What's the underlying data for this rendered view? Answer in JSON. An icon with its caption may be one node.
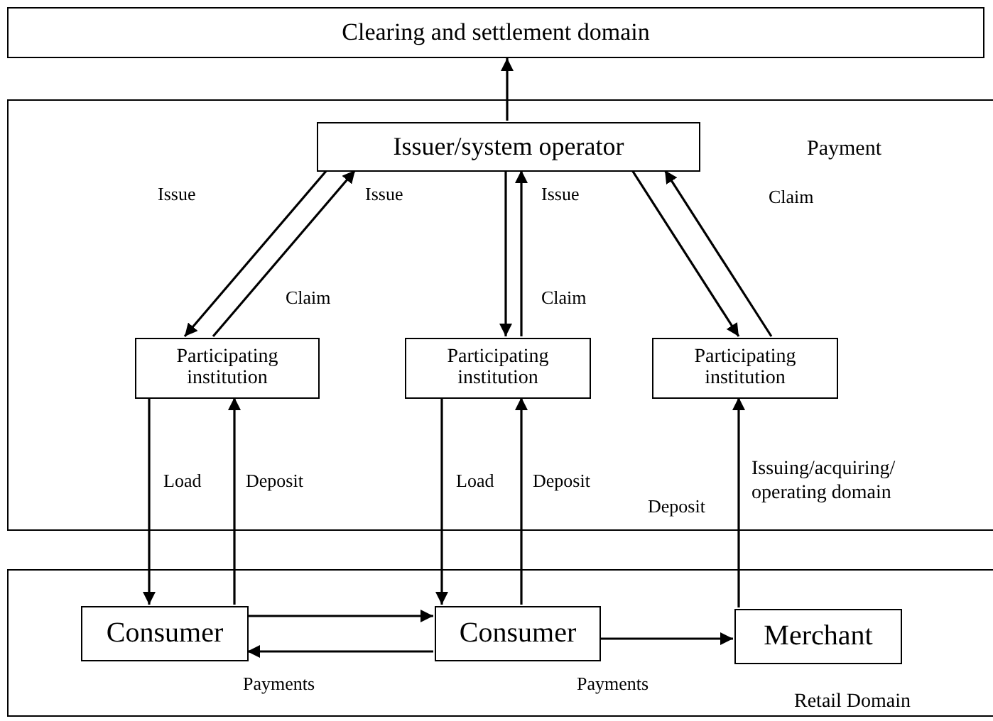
{
  "diagram": {
    "nodes": [
      {
        "text": [
          "Clearing and settlement domain"
        ]
      },
      {
        "text": [
          "Payment",
          "Issuing/acquiring/ operating domain"
        ]
      },
      {
        "text": [
          "Issuer/system operator"
        ],
        "in": 1
      },
      {
        "text": [
          "Participating institution"
        ],
        "in": 1
      },
      {
        "text": [
          "Participating institution"
        ],
        "in": 1
      },
      {
        "text": [
          "Participating institution"
        ],
        "in": 1
      },
      {
        "text": [
          "Retail Domain"
        ]
      },
      {
        "text": [
          "Consumer"
        ],
        "in": 6
      },
      {
        "text": [
          "Consumer"
        ],
        "in": 6
      },
      {
        "text": [
          "Merchant"
        ],
        "in": 6
      }
    ],
    "edges": [
      {
        "from": 2,
        "to": 0,
        "arrow": "to"
      },
      {
        "from": 2,
        "to": 3,
        "arrow": "to",
        "label": "Issue"
      },
      {
        "from": 3,
        "to": 2,
        "arrow": "to",
        "label": "Claim"
      },
      {
        "from": 2,
        "to": 4,
        "arrow": "to",
        "label": "Issue"
      },
      {
        "from": 4,
        "to": 2,
        "arrow": "to",
        "label": "Claim"
      },
      {
        "from": 2,
        "to": 5,
        "arrow": "to"
      },
      {
        "from": 5,
        "to": 2,
        "arrow": "to",
        "label": "Claim"
      },
      {
        "from": 3,
        "to": 7,
        "arrow": "to",
        "label": "Load"
      },
      {
        "from": 7,
        "to": 3,
        "arrow": "to",
        "label": "Deposit"
      },
      {
        "from": 4,
        "to": 8,
        "arrow": "to",
        "label": "Load"
      },
      {
        "from": 8,
        "to": 4,
        "arrow": "to",
        "label": "Deposit"
      },
      {
        "from": 9,
        "to": 5,
        "arrow": "to",
        "label": "Deposit"
      },
      {
        "from": 7,
        "to": 8,
        "arrow": "to"
      },
      {
        "from": 8,
        "to": 7,
        "arrow": "to",
        "label": "Payments"
      },
      {
        "from": 8,
        "to": 9,
        "arrow": "to",
        "label": "Payments"
      }
    ],
    "labels": [
      "Issue"
    ]
  }
}
